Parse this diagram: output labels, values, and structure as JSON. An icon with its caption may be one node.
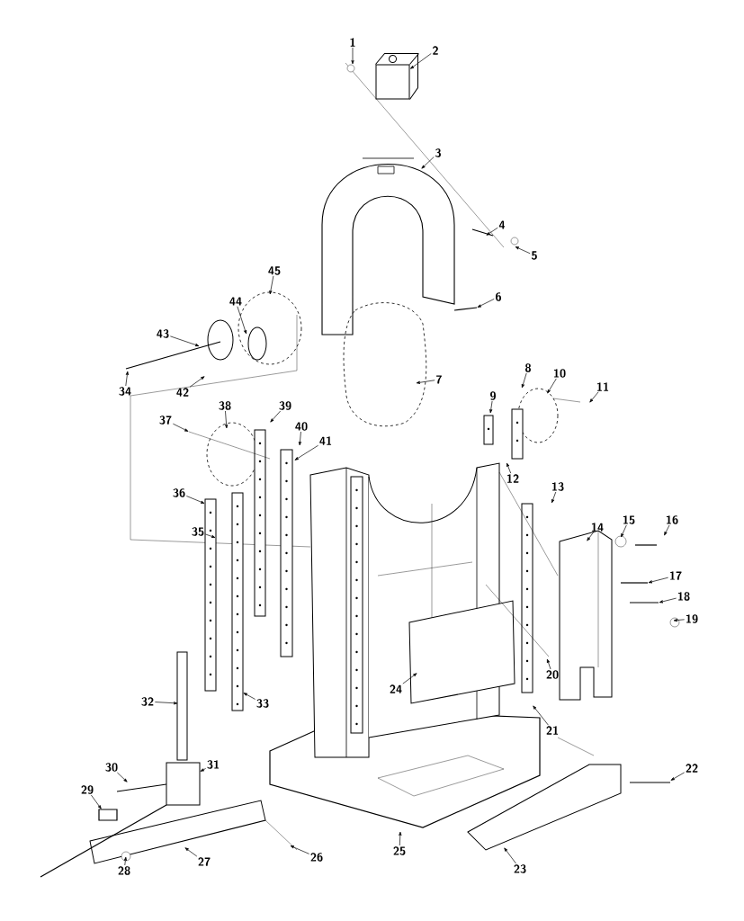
{
  "diagram": {
    "nodes": [
      {
        "text": [
          "1"
        ]
      },
      {
        "text": [
          "2"
        ]
      },
      {
        "text": [
          "3"
        ]
      },
      {
        "text": [
          "4"
        ]
      },
      {
        "text": [
          "5"
        ]
      },
      {
        "text": [
          "6"
        ]
      },
      {
        "text": [
          "7"
        ]
      },
      {
        "text": [
          "8"
        ]
      },
      {
        "text": [
          "9"
        ]
      },
      {
        "text": [
          "10"
        ]
      },
      {
        "text": [
          "11"
        ]
      },
      {
        "text": [
          "12"
        ]
      },
      {
        "text": [
          "13"
        ]
      },
      {
        "text": [
          "14"
        ]
      },
      {
        "text": [
          "15"
        ]
      },
      {
        "text": [
          "16"
        ]
      },
      {
        "text": [
          "17"
        ]
      },
      {
        "text": [
          "18"
        ]
      },
      {
        "text": [
          "19"
        ]
      },
      {
        "text": [
          "20"
        ]
      },
      {
        "text": [
          "21"
        ]
      },
      {
        "text": [
          "22"
        ]
      },
      {
        "text": [
          "23"
        ]
      },
      {
        "text": [
          "24"
        ]
      },
      {
        "text": [
          "25"
        ]
      },
      {
        "text": [
          "26"
        ]
      },
      {
        "text": [
          "27"
        ]
      },
      {
        "text": [
          "28"
        ]
      },
      {
        "text": [
          "29"
        ]
      },
      {
        "text": [
          "30"
        ]
      },
      {
        "text": [
          "31"
        ]
      },
      {
        "text": [
          "32"
        ]
      },
      {
        "text": [
          "33"
        ]
      },
      {
        "text": [
          "34"
        ]
      },
      {
        "text": [
          "35"
        ]
      },
      {
        "text": [
          "36"
        ]
      },
      {
        "text": [
          "37"
        ]
      },
      {
        "text": [
          "38"
        ]
      },
      {
        "text": [
          "39"
        ]
      },
      {
        "text": [
          "40"
        ]
      },
      {
        "text": [
          "41"
        ]
      },
      {
        "text": [
          "42"
        ]
      },
      {
        "text": [
          "43"
        ]
      },
      {
        "text": [
          "44"
        ]
      },
      {
        "text": [
          "45"
        ]
      },
      {
        "text": [],
        "shape": "box"
      }
    ],
    "edges": [
      {
        "from": 0,
        "to": null,
        "arrow": "to"
      },
      {
        "from": 1,
        "to": 45,
        "arrow": "to"
      },
      {
        "from": 2,
        "to": null,
        "arrow": "to"
      },
      {
        "from": 3,
        "to": null,
        "arrow": "to"
      },
      {
        "from": 4,
        "to": null,
        "arrow": "to"
      },
      {
        "from": 5,
        "to": null,
        "arrow": "to"
      },
      {
        "from": 6,
        "to": null,
        "arrow": "to"
      },
      {
        "from": 7,
        "to": null,
        "arrow": "to"
      },
      {
        "from": 8,
        "to": null,
        "arrow": "to"
      },
      {
        "from": 9,
        "to": null,
        "arrow": "to"
      },
      {
        "from": 10,
        "to": null,
        "arrow": "to"
      },
      {
        "from": 11,
        "to": null,
        "arrow": "to"
      },
      {
        "from": 12,
        "to": null,
        "arrow": "to"
      },
      {
        "from": 13,
        "to": null,
        "arrow": "to"
      },
      {
        "from": 14,
        "to": null,
        "arrow": "to"
      },
      {
        "from": 15,
        "to": null,
        "arrow": "to"
      },
      {
        "from": 16,
        "to": null,
        "arrow": "to"
      },
      {
        "from": 17,
        "to": null,
        "arrow": "to"
      },
      {
        "from": 18,
        "to": null,
        "arrow": "to"
      },
      {
        "from": 19,
        "to": null,
        "arrow": "to"
      },
      {
        "from": 20,
        "to": null,
        "arrow": "to"
      },
      {
        "from": 21,
        "to": null,
        "arrow": "to"
      },
      {
        "from": 22,
        "to": null,
        "arrow": "to"
      },
      {
        "from": 23,
        "to": null,
        "arrow": "to"
      },
      {
        "from": 24,
        "to": null,
        "arrow": "to"
      },
      {
        "from": 25,
        "to": null,
        "arrow": "to"
      },
      {
        "from": 26,
        "to": null,
        "arrow": "to"
      },
      {
        "from": 27,
        "to": null,
        "arrow": "to"
      },
      {
        "from": 28,
        "to": null,
        "arrow": "to"
      },
      {
        "from": 29,
        "to": null,
        "arrow": "to"
      },
      {
        "from": 30,
        "to": null,
        "arrow": "to"
      },
      {
        "from": 31,
        "to": null,
        "arrow": "to"
      },
      {
        "from": 32,
        "to": null,
        "arrow": "to"
      },
      {
        "from": 33,
        "to": null,
        "arrow": "to"
      },
      {
        "from": 34,
        "to": null,
        "arrow": "to"
      },
      {
        "from": 35,
        "to": null,
        "arrow": "to"
      },
      {
        "from": 36,
        "to": null,
        "arrow": "to"
      },
      {
        "from": 37,
        "to": null,
        "arrow": "to"
      },
      {
        "from": 38,
        "to": null,
        "arrow": "to"
      },
      {
        "from": 39,
        "to": null,
        "arrow": "to"
      },
      {
        "from": 40,
        "to": null,
        "arrow": "to"
      },
      {
        "from": 41,
        "to": null,
        "arrow": "to"
      },
      {
        "from": 42,
        "to": null,
        "arrow": "to"
      },
      {
        "from": 43,
        "to": null,
        "arrow": "to"
      },
      {
        "from": 44,
        "to": null,
        "arrow": "to"
      }
    ]
  }
}
